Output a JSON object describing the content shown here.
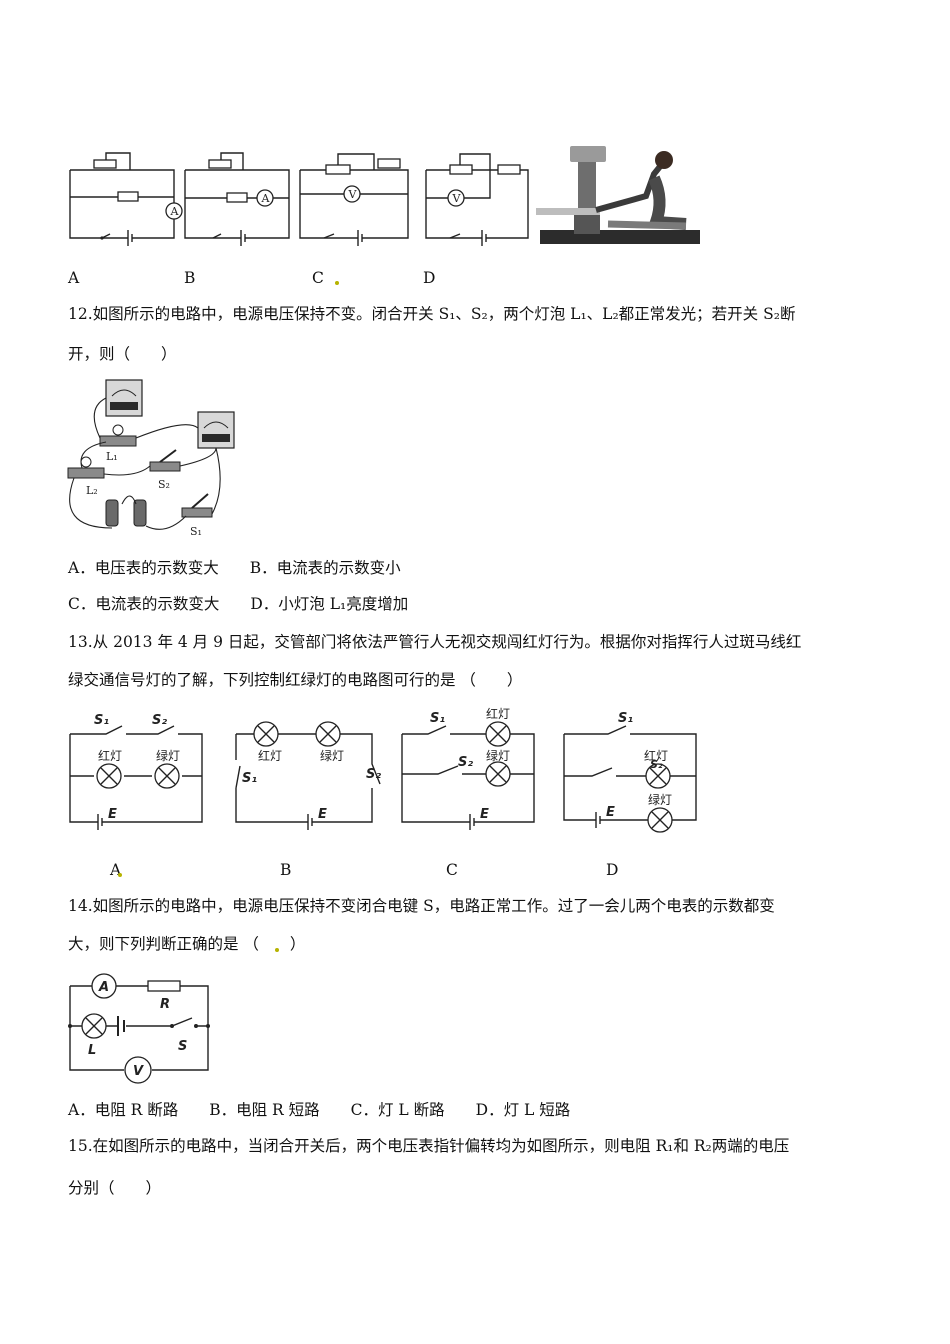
{
  "q11": {
    "options": [
      "A",
      "B",
      "C",
      "D"
    ],
    "meter_labels": [
      "A",
      "A",
      "V",
      "V"
    ]
  },
  "q12": {
    "stem_line1": "12.如图所示的电路中，电源电压保持不变。闭合开关 S₁、S₂，两个灯泡 L₁、L₂都正常发光；若开关 S₂断",
    "stem_line2": "开，则（　　）",
    "labels": {
      "l1": "L₁",
      "l2": "L₂",
      "s1": "S₁",
      "s2": "S₂"
    },
    "choice_row1": "A．电压表的示数变大　　B．电流表的示数变小",
    "choice_row2": "C．电流表的示数变大　　D．小灯泡 L₁亮度增加"
  },
  "q13": {
    "stem_line1": "13.从 2013 年 4 月 9 日起，交管部门将依法严管行人无视交规闯红灯行为。根据你对指挥行人过斑马线红",
    "stem_line2": "绿交通信号灯的了解，下列控制红绿灯的电路图可行的是 （　　）",
    "diagram_labels": {
      "red": "红灯",
      "green": "绿灯",
      "s1": "S₁",
      "s2": "S₂",
      "e": "E"
    },
    "options": [
      "A",
      "B",
      "C",
      "D"
    ]
  },
  "q14": {
    "stem_line1": "14.如图所示的电路中，电源电压保持不变闭合电键 S，电路正常工作。过了一会儿两个电表的示数都变",
    "stem_line2": "大，则下列判断正确的是 （　　）",
    "diagram_labels": {
      "a": "A",
      "r": "R",
      "l": "L",
      "s": "S",
      "v": "V"
    },
    "choices": "A．电阻 R 断路　　B．电阻 R 短路　　C．灯 L 断路　　D．灯 L 短路"
  },
  "q15": {
    "stem_line1": "15.在如图所示的电路中，当闭合开关后，两个电压表指针偏转均为如图所示，则电阻 R₁和 R₂两端的电压",
    "stem_line2": "分别（　　）"
  }
}
